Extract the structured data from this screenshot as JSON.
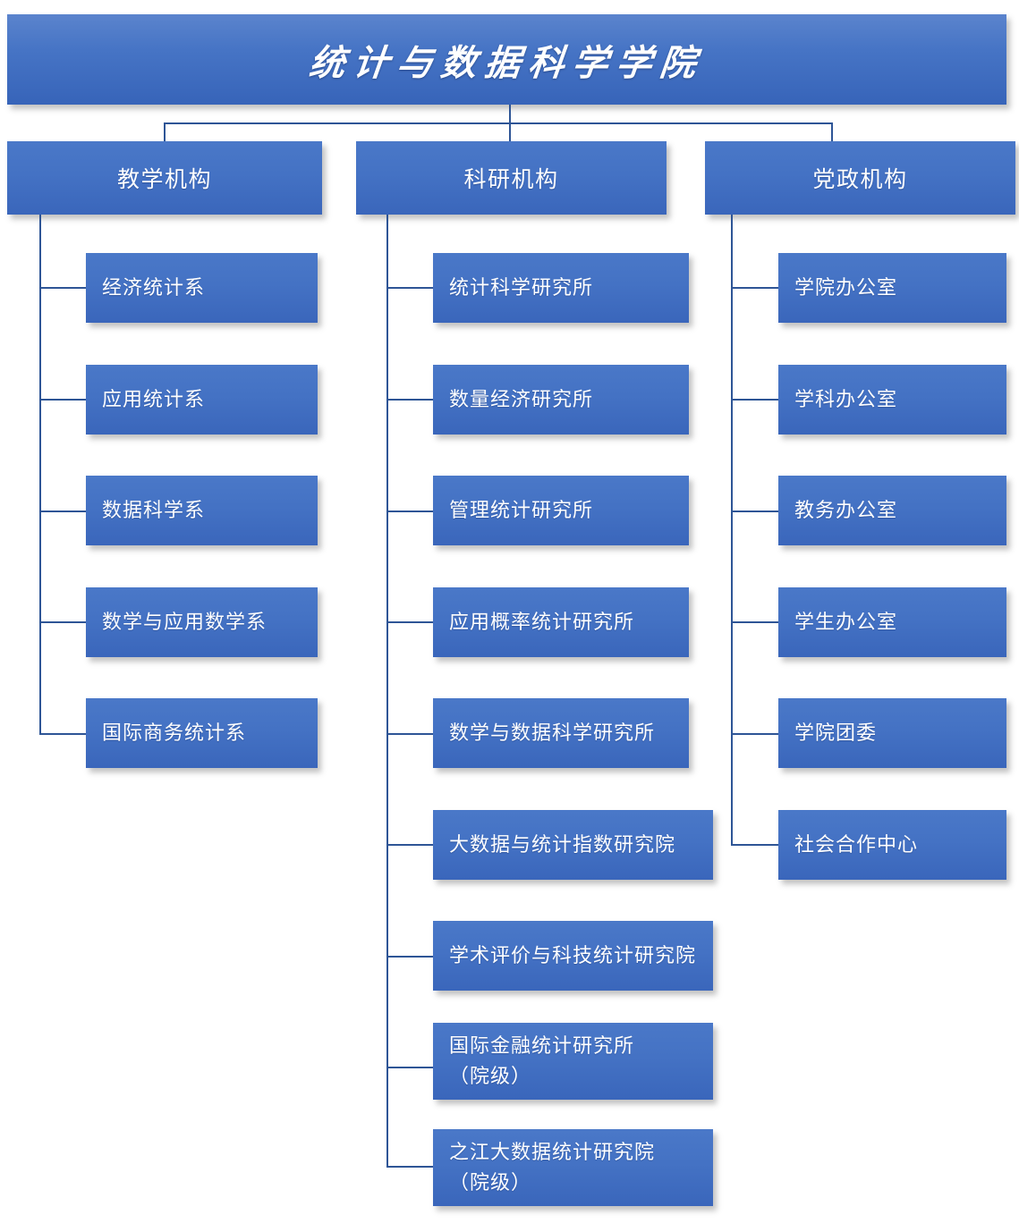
{
  "colors": {
    "box_fill_top": "#4a78c8",
    "box_fill_bottom": "#3a66bb",
    "connector": "#2e5596",
    "text": "#ffffff",
    "background": "#ffffff"
  },
  "title": {
    "label": "统计与数据科学学院"
  },
  "branches": [
    {
      "id": "teaching",
      "label": "教学机构",
      "children": [
        {
          "label": "经济统计系"
        },
        {
          "label": "应用统计系"
        },
        {
          "label": "数据科学系"
        },
        {
          "label": "数学与应用数学系"
        },
        {
          "label": "国际商务统计系"
        }
      ]
    },
    {
      "id": "research",
      "label": "科研机构",
      "children": [
        {
          "label": "统计科学研究所"
        },
        {
          "label": "数量经济研究所"
        },
        {
          "label": "管理统计研究所"
        },
        {
          "label": "应用概率统计研究所"
        },
        {
          "label": "数学与数据科学研究所"
        },
        {
          "label": "大数据与统计指数研究院"
        },
        {
          "label": "学术评价与科技统计研究院"
        },
        {
          "label": "国际金融统计研究所\n（院级）"
        },
        {
          "label": "之江大数据统计研究院\n（院级）"
        }
      ]
    },
    {
      "id": "administration",
      "label": "党政机构",
      "children": [
        {
          "label": "学院办公室"
        },
        {
          "label": "学科办公室"
        },
        {
          "label": "教务办公室"
        },
        {
          "label": "学生办公室"
        },
        {
          "label": "学院团委"
        },
        {
          "label": "社会合作中心"
        }
      ]
    }
  ]
}
